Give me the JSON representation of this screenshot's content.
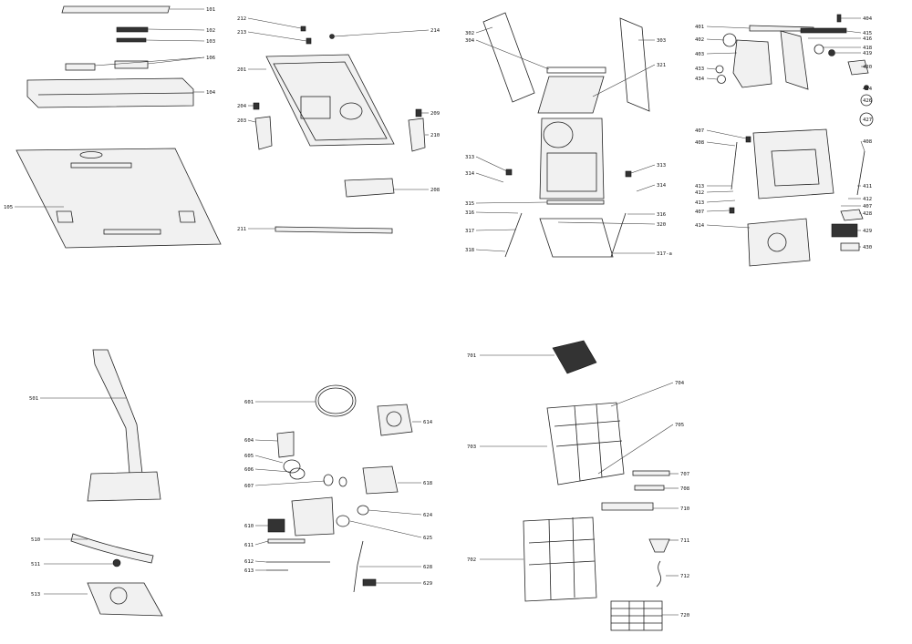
{
  "labels": {
    "p101": "101",
    "p102": "102",
    "p103": "103",
    "p106": "106",
    "p104": "104",
    "p105": "105",
    "p212": "212",
    "p213": "213",
    "p214": "214",
    "p201": "201",
    "p204": "204",
    "p203": "203",
    "p209": "209",
    "p210": "210",
    "p208": "208",
    "p211": "211",
    "p302": "302",
    "p304": "304",
    "p303": "303",
    "p321": "321",
    "p313a": "313",
    "p314a": "314",
    "p313b": "313",
    "p314b": "314",
    "p315": "315",
    "p316a": "316",
    "p316b": "316",
    "p320": "320",
    "p317": "317",
    "p318": "318",
    "p317a": "317-a",
    "p401": "401",
    "p402": "402",
    "p403": "403",
    "p433": "433",
    "p434": "434",
    "p404": "404",
    "p415": "415",
    "p416": "416",
    "p418": "418",
    "p419": "419",
    "p420": "420",
    "p424": "424",
    "p426": "426",
    "p427": "427",
    "p407a": "407",
    "p408a": "408",
    "p408b": "408",
    "p413a": "413",
    "p412a": "412",
    "p413b": "413",
    "p407b": "407",
    "p414": "414",
    "p411": "411",
    "p412b": "412",
    "p407c": "407",
    "p428": "428",
    "p429": "429",
    "p430": "430",
    "p501": "501",
    "p510": "510",
    "p511": "511",
    "p513": "513",
    "p601": "601",
    "p604": "604",
    "p605": "605",
    "p606": "606",
    "p607": "607",
    "p614": "614",
    "p618": "618",
    "p610": "610",
    "p611": "611",
    "p624": "624",
    "p625": "625",
    "p612": "612",
    "p613": "613",
    "p628": "628",
    "p629": "629",
    "p701": "701",
    "p704": "704",
    "p703": "703",
    "p705": "705",
    "p707": "707",
    "p708": "708",
    "p710": "710",
    "p702": "702",
    "p711": "711",
    "p712": "712",
    "p720": "720"
  }
}
